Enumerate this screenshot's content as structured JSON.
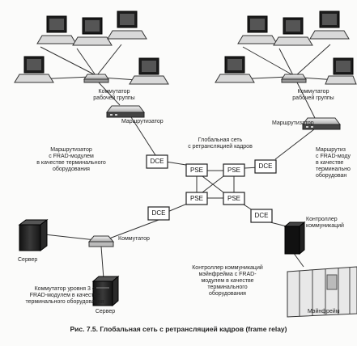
{
  "cloud_label": "Глобальная сеть\nс ретрансляцией кадров",
  "nodes": {
    "dce_left": "DCE",
    "pse_top_left": "PSE",
    "pse_top_right": "PSE",
    "dce_right": "DCE",
    "pse_bottom_left": "PSE",
    "pse_bottom_right": "PSE",
    "dce_bottom_left": "DCE",
    "dce_bottom_right": "DCE"
  },
  "labels": {
    "switch_left": "Коммутатор\nрабочей группы",
    "switch_right": "Коммутатор\nрабочей группы",
    "router_left": "Маршрутизатор",
    "router_right": "Маршрутизатор",
    "router_frad_left": "Маршрутизатор\nс FRAD-модулем\nв качестве терминального\nоборудования",
    "router_frad_right": "Маршрутиз\nс FRAD-моду\nв качестве\nтерминально\nоборудован",
    "server_left": "Сервер",
    "switch_bottom": "Коммутатор",
    "switch_frad": "Коммутатор уровня 3 с\nFRAD-модулем в качестве\nтерминального оборудования",
    "server_bottom": "Сервер",
    "comm_controller": "Контроллер\nкоммуникаций",
    "controller_frad": "Контроллер коммуникаций\nмэйнфрейма с FRAD-\nмодулем в качестве\nтерминального\nоборудования",
    "mainframe": "Мэйнфрейм"
  },
  "caption": "Рис. 7.5. Глобальная сеть с ретрансляцией кадров (frame relay)"
}
